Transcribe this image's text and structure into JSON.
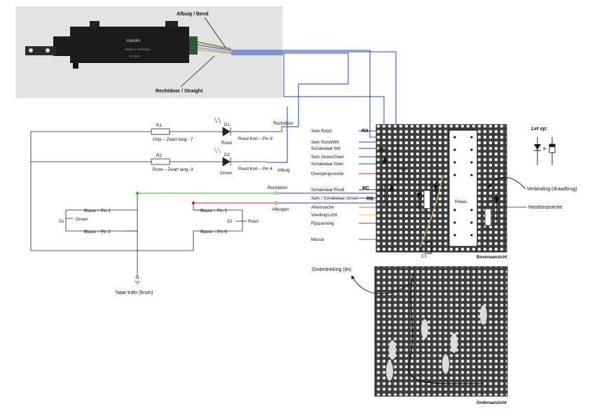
{
  "photo": {
    "label_bend": "Afbuig / Bend",
    "label_straight": "Rechtdoor / Straight",
    "product_text": "märklin",
    "product_sub": "Made in Germany",
    "voltage": "24 VAC"
  },
  "schematic": {
    "r1": "R1",
    "r2": "R2",
    "d1": "D1",
    "d2": "D2",
    "wire_r1": "Grijs – Zwart lang - 7",
    "wire_r2": "Roze – Zwart lang -3",
    "rood_kort_8": "Rood Kort – Pin 8",
    "rood_kort_4": "Rood Kort – Pin 4",
    "rood": "Rood",
    "groen": "Groen",
    "rechtdoor_top": "Rechtdoor",
    "afbuig": "Afbuig",
    "rechtdoor_mid": "Rechtdoor",
    "afbuigen": "Afbuigen",
    "blauw_pin1": "Blauw – Pin 1",
    "blauw_pin2": "Blauw – Pin 2",
    "blauw_pin5": "Blauw – Pin 5",
    "blauw_pin6": "Blauw – Pin 6",
    "s1": "S1",
    "s2": "S2",
    "s1_groen": "Groen",
    "s2_rood": "Rood",
    "zero": "\"0\"",
    "naar_trafo": "Naar trafo (bruin)"
  },
  "board": {
    "connections": [
      {
        "label": "Sein Rood",
        "color": "#1f3fbf"
      },
      {
        "label": "Sein Rood/Wit",
        "color": "#1f3fbf"
      },
      {
        "label": "Schakelaar Wit",
        "color": "#1f3fbf"
      },
      {
        "label": "Sein Groen/Geel",
        "color": "#1f3fbf"
      },
      {
        "label": "Schakelaar Geel",
        "color": "#1f3fbf"
      },
      {
        "label": "Overgangssectie",
        "color": "#d42020"
      },
      {
        "label": "Schakelaar Rood",
        "color": "#1f3fbf"
      },
      {
        "label": "Sein / Schakelaar Groen",
        "color": "#1f3fbf"
      },
      {
        "label": "Afremsectie",
        "color": "#e07020"
      },
      {
        "label": "Voeding/Licht",
        "color": "#e8d020"
      },
      {
        "label": "Rijspanning",
        "color": "#d42020"
      },
      {
        "label": "Massa",
        "color": "#6a6a4a"
      }
    ],
    "ra": "RA",
    "rb1": "RB",
    "rc": "RC",
    "rb2": "RB",
    "d6_top": "D6",
    "d4": "D4",
    "d5": "D5",
    "d3": "D3",
    "d1": "D1",
    "r1": "R1",
    "rc_res": "Rc",
    "d2_right": "D2",
    "relais": "Relais",
    "c1": "C1",
    "bovenaanzicht": "Bovenaanzicht",
    "onderaanzicht": "Onderaanzicht",
    "onderbreking": "Onderbreking (8x)",
    "let_op": "Let op:",
    "verbinding": "Verbinding (draadbrug)",
    "noodstop": "Noodstopsectie"
  },
  "colors": {
    "blue_wire": "#1f3fbf",
    "green_wire": "#22c022",
    "red_wire": "#d42020",
    "photo_bg": "#e3e3e3",
    "board_bg": "#3a3a3a"
  }
}
